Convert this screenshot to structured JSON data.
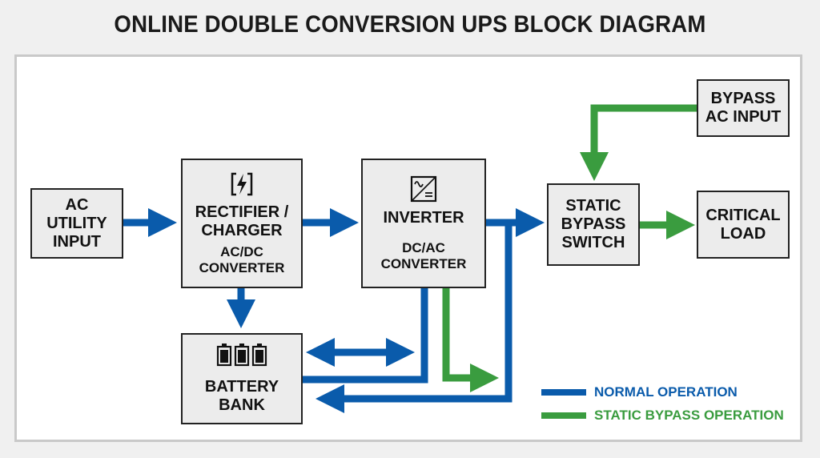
{
  "title": "ONLINE DOUBLE CONVERSION UPS BLOCK DIAGRAM",
  "colors": {
    "normal": "#0a5bab",
    "bypass": "#3a9c3f",
    "box_fill": "#ececec",
    "box_border": "#222222"
  },
  "blocks": {
    "ac_input": {
      "label": "AC\nUTILITY\nINPUT"
    },
    "rectifier": {
      "label": "RECTIFIER /\nCHARGER",
      "sublabel": "AC/DC\nCONVERTER",
      "icon": "lightning-icon"
    },
    "inverter": {
      "label": "INVERTER",
      "sublabel": "DC/AC\nCONVERTER",
      "icon": "sine-wave-icon"
    },
    "battery": {
      "label": "BATTERY\nBANK",
      "icon": "battery-icon"
    },
    "static_switch": {
      "label": "STATIC\nBYPASS\nSWITCH"
    },
    "bypass_input": {
      "label": "BYPASS\nAC INPUT"
    },
    "critical_load": {
      "label": "CRITICAL\nLOAD"
    }
  },
  "legend": {
    "normal": "NORMAL OPERATION",
    "bypass": "STATIC BYPASS OPERATION"
  }
}
